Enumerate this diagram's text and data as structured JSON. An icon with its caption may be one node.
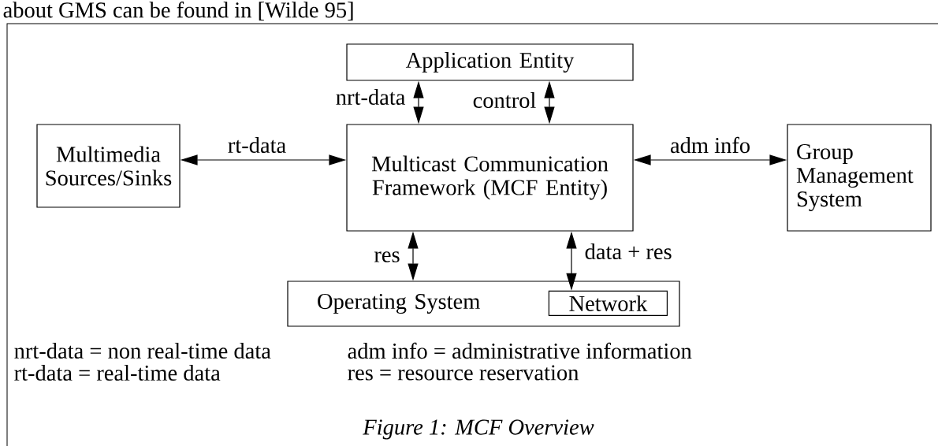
{
  "diagram": {
    "caption": "Figure 1: MCF Overview",
    "nodes": [
      {
        "text": [
          "Application Entity"
        ]
      },
      {
        "text": [
          "Multimedia Sources/Sinks"
        ]
      },
      {
        "text": [
          "Multicast Communication Framework (MCF Entity)"
        ]
      },
      {
        "text": [
          "Group Management System"
        ]
      },
      {
        "text": [
          "Operating System"
        ]
      },
      {
        "text": [
          "Network"
        ],
        "in": 4
      }
    ],
    "edges": [
      {
        "from": 0,
        "to": 2,
        "arrow": "both",
        "label": "nrt-data"
      },
      {
        "from": 0,
        "to": 2,
        "arrow": "both",
        "label": "control"
      },
      {
        "from": 1,
        "to": 2,
        "arrow": "both",
        "label": "rt-data"
      },
      {
        "from": 2,
        "to": 3,
        "arrow": "both",
        "label": "adm info"
      },
      {
        "from": 2,
        "to": 4,
        "arrow": "both",
        "label": "res"
      },
      {
        "from": 2,
        "to": 5,
        "arrow": "both",
        "label": "data + res"
      }
    ],
    "labels": [
      "about GMS can be found in [Wilde 95]",
      "nrt-data = non real-time data",
      "adm info = administrative information",
      "rt-data = real-time data",
      "res = resource reservation"
    ]
  }
}
